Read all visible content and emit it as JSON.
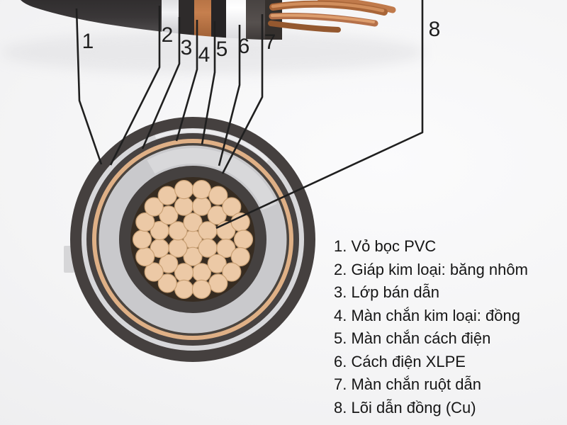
{
  "diagram_type": "cable-cross-section",
  "colors": {
    "ink": "#1f1f1f",
    "pvc_jacket": "#45403f",
    "aluminum_tape": "#d7d7da",
    "semiconductor": "#474241",
    "copper_screen": "#dfb086",
    "insulation_screen": "#4a443f",
    "xlpe": "#c9c9cc",
    "conductor_screen": "#454140",
    "core_gap": "#372c21",
    "core_strand": "#ecc9a6",
    "core_strand_edge": "#c9a074",
    "tape_tab": "#d6d6d8"
  },
  "legend_separator": ". ",
  "callouts": [
    {
      "num": "1",
      "label": "Vỏ bọc PVC"
    },
    {
      "num": "2",
      "label": "Giáp kim loại: băng nhôm"
    },
    {
      "num": "3",
      "label": "Lớp bán dẫn"
    },
    {
      "num": "4",
      "label": "Màn chắn kim loại: đồng"
    },
    {
      "num": "5",
      "label": "Màn chắn cách điện"
    },
    {
      "num": "6",
      "label": "Cách điện XLPE"
    },
    {
      "num": "7",
      "label": "Màn chắn ruột dẫn"
    },
    {
      "num": "8",
      "label": "Lõi dẫn đồng (Cu)"
    }
  ]
}
